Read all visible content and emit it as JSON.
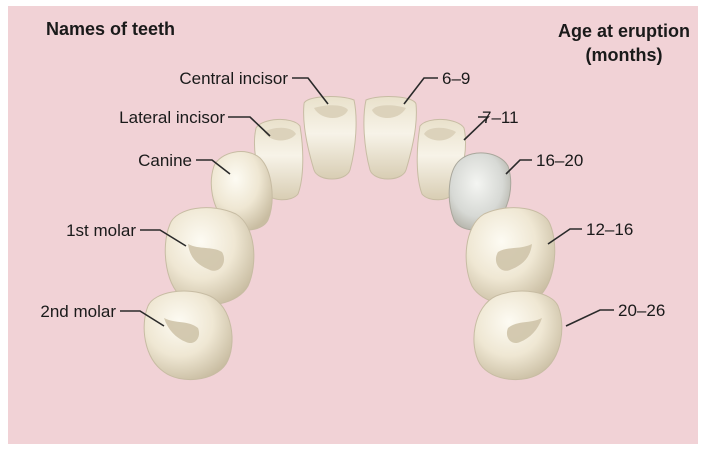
{
  "header": {
    "left_title": "Names of teeth",
    "right_title_line1": "Age at eruption",
    "right_title_line2": "(months)"
  },
  "teeth": [
    {
      "name": "Central incisor",
      "age": "6–9"
    },
    {
      "name": "Lateral incisor",
      "age": "7–11"
    },
    {
      "name": "Canine",
      "age": "16–20"
    },
    {
      "name": "1st molar",
      "age": "12–16"
    },
    {
      "name": "2nd molar",
      "age": "20–26"
    }
  ],
  "colors": {
    "background": "#f1d2d6",
    "tooth_light": "#f8f4e8",
    "tooth_mid": "#e5dcc4",
    "tooth_shadow": "#b9ad94"
  }
}
